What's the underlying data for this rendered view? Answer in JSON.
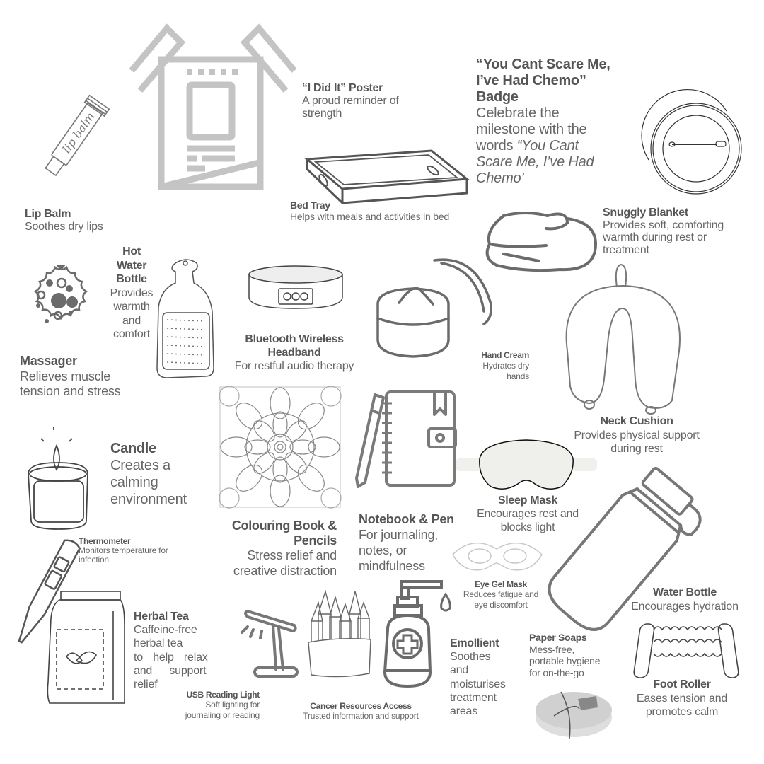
{
  "items": {
    "lip_balm": {
      "title": "Lip Balm",
      "desc": "Soothes dry lips"
    },
    "poster": {
      "title": "“I Did It” Poster",
      "desc": "A proud reminder of strength"
    },
    "badge": {
      "title_line1": "“You Cant Scare Me,",
      "title_line2": "I’ve Had Chemo”",
      "title_line3": "Badge",
      "desc_plain": "Celebrate the milestone with the words ",
      "desc_italic": "“You Cant Scare Me, I’ve Had Chemo’"
    },
    "bed_tray": {
      "title": "Bed Tray",
      "desc": "Helps with meals and activities in bed"
    },
    "snuggly_blanket": {
      "title": "Snuggly Blanket",
      "desc": "Provides soft, comforting warmth during rest or treatment"
    },
    "hot_water_bottle": {
      "title_line1": "Hot",
      "title_line2": "Water",
      "title_line3": "Bottle",
      "desc_line1": "Provides",
      "desc_line2": "warmth",
      "desc_line3": "and",
      "desc_line4": "comfort"
    },
    "massager": {
      "title": "Massager",
      "desc": "Relieves muscle tension and stress"
    },
    "headband": {
      "title_line1": "Bluetooth Wireless",
      "title_line2": "Headband",
      "desc": "For restful audio therapy"
    },
    "hand_cream": {
      "title": "Hand Cream",
      "desc_line1": "Hydrates dry",
      "desc_line2": "hands"
    },
    "neck_cushion": {
      "title": "Neck Cushion",
      "desc_line1": "Provides physical support",
      "desc_line2": "during rest"
    },
    "candle": {
      "title": "Candle",
      "desc_line1": "Creates a",
      "desc_line2": "calming",
      "desc_line3": "environment"
    },
    "colouring_book": {
      "title_line1": "Colouring Book &",
      "title_line2": "Pencils",
      "desc_line1": "Stress relief and",
      "desc_line2": "creative distraction"
    },
    "notebook": {
      "title": "Notebook & Pen",
      "desc_line1": "For journaling,",
      "desc_line2": "notes, or",
      "desc_line3": "mindfulness"
    },
    "sleep_mask": {
      "title": "Sleep Mask",
      "desc_line1": "Encourages rest and",
      "desc_line2": "blocks light"
    },
    "thermometer": {
      "title": "Thermometer",
      "desc": "Monitors temperature for infection"
    },
    "eye_gel_mask": {
      "title": "Eye Gel Mask",
      "desc_line1": "Reduces fatigue and",
      "desc_line2": "eye discomfort"
    },
    "water_bottle": {
      "title": "Water Bottle",
      "desc": "Encourages hydration"
    },
    "herbal_tea": {
      "title": "Herbal Tea",
      "desc_line1": "Caffeine-free",
      "desc_line2": "herbal tea",
      "desc_line3": "to help relax",
      "desc_line4": "and support",
      "desc_line5": "relief"
    },
    "usb_light": {
      "title": "USB Reading Light",
      "desc_line1": "Soft lighting for",
      "desc_line2": "journaling or reading"
    },
    "cancer_resources": {
      "title": "Cancer Resources Access",
      "desc": "Trusted information and support"
    },
    "emollient": {
      "title": "Emollient",
      "desc_line1": "Soothes",
      "desc_line2": "and",
      "desc_line3": "moisturises",
      "desc_line4": "treatment",
      "desc_line5": "areas"
    },
    "paper_soaps": {
      "title": "Paper Soaps",
      "desc_line1": "Mess-free,",
      "desc_line2": "portable hygiene",
      "desc_line3": "for on-the-go"
    },
    "foot_roller": {
      "title": "Foot Roller",
      "desc_line1": "Eases tension and",
      "desc_line2": "promotes calm"
    }
  },
  "icons": {
    "lip_balm_label": "lip balm"
  },
  "colors": {
    "text_title": "#555555",
    "text_desc": "#666666",
    "icon_dark": "#6b6b6b",
    "icon_light": "#c4c4c4"
  }
}
